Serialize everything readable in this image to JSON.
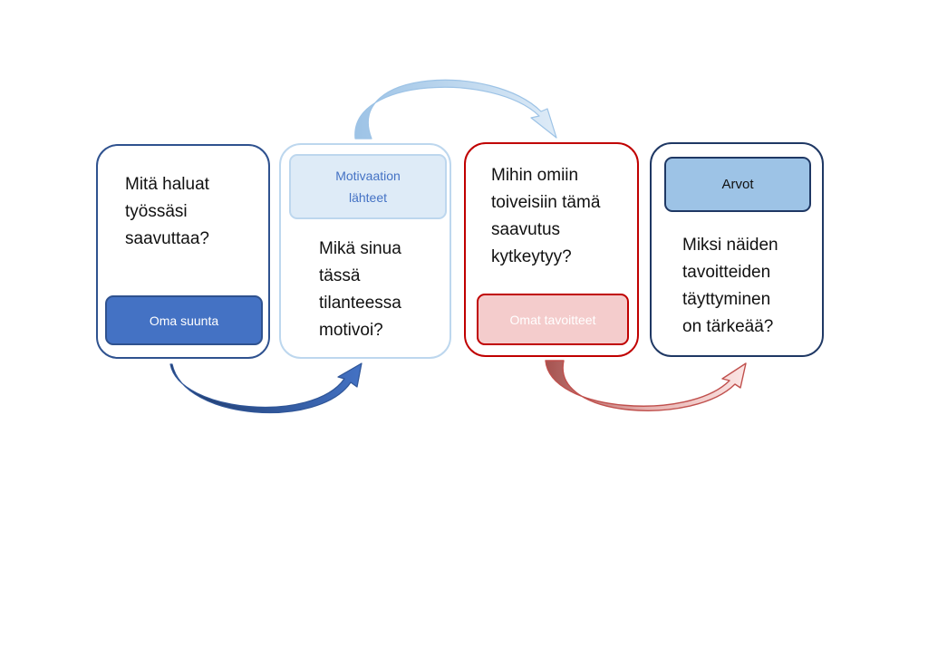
{
  "cards": [
    {
      "question": "Mitä haluat\ntyössäsi\nsaavuttaa?",
      "label": "Oma suunta"
    },
    {
      "label": "Motivaation\nlähteet",
      "question": "Mikä sinua\ntässä\ntilanteessa\nmotivoi?"
    },
    {
      "question": "Mihin omiin\ntoiveisiin tämä\nsaavutus\nkytkeytyy?",
      "label": "Omat tavoitteet"
    },
    {
      "label": "Arvot",
      "question": "Miksi näiden\ntavoitteiden\ntäyttyminen\non tärkeää?"
    }
  ],
  "colors": {
    "card1_border": "#2f528f",
    "card1_label": "#4472c4",
    "card2_border": "#bdd7ee",
    "card2_label": "#deebf7",
    "card3_border": "#c00000",
    "card3_label": "#f4cccc",
    "card4_border": "#1f3864",
    "card4_label": "#9dc3e6",
    "arrow_dark_blue": "#2f5597",
    "arrow_light_blue": "#bdd7ee",
    "arrow_red": "#c0504d"
  },
  "arrows": [
    {
      "from": "Oma suunta",
      "to": "Motivaation lähteet",
      "color": "dark-blue",
      "style": "curved-below"
    },
    {
      "from": "Motivaation lähteet",
      "to": "Omat tavoitteet",
      "color": "light-blue",
      "style": "curved-above"
    },
    {
      "from": "Omat tavoitteet",
      "to": "Arvot",
      "color": "red",
      "style": "curved-below"
    }
  ]
}
